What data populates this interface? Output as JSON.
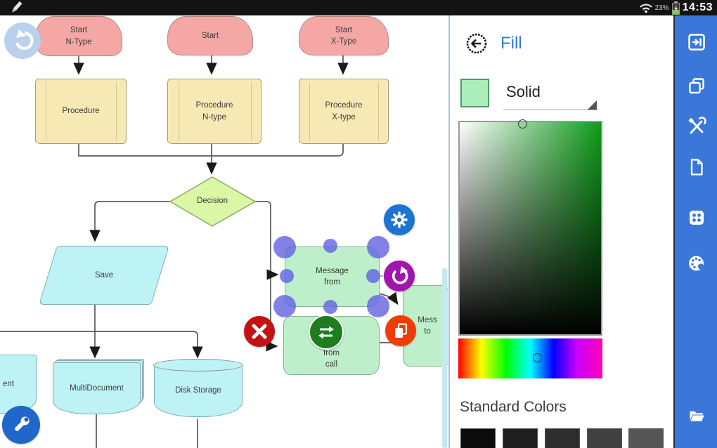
{
  "status_bar": {
    "battery": "23%",
    "time": "14:53"
  },
  "flowchart": {
    "shapes": {
      "start_n": {
        "label": "Start\nN-Type"
      },
      "start": {
        "label": "Start"
      },
      "start_x": {
        "label": "Start\nX-Type"
      },
      "procedure": {
        "label": "Procedure"
      },
      "procedure_n": {
        "label": "Procedure\nN-type"
      },
      "procedure_x": {
        "label": "Procedure\nX-type"
      },
      "decision": {
        "label": "Decision"
      },
      "save": {
        "label": "Save"
      },
      "message_from": {
        "label": "Message\nfrom"
      },
      "message_from_call": {
        "label": "from\ncall"
      },
      "message_to": {
        "label": "Mess\nto"
      },
      "document_partial": {
        "label": "ent"
      },
      "multidocument": {
        "label": "MultiDocument"
      },
      "disk_storage": {
        "label": "Disk Storage"
      }
    },
    "colors": {
      "start_fill": "#f4a7a5",
      "process_fill": "#f7e9b4",
      "decision_fill": "#d9f7a4",
      "data_fill": "#bdf3f5",
      "message_fill": "#bdf0ca",
      "handle": "rgba(98,98,226,0.8)",
      "connector": "#5a5a5a"
    }
  },
  "floating_buttons": {
    "undo_bg": "#bad1ee",
    "wrench_bg": "#2166c9",
    "gear_bg": "#1d73d1",
    "rotate_bg": "#a214ae",
    "delete_bg": "#c51111",
    "swap_bg": "#1d7d1f",
    "copy_bg": "#f13c07"
  },
  "panel": {
    "title": "Fill",
    "type_label": "Solid",
    "selected_color": "#a9eebb",
    "standard_title": "Standard Colors",
    "standard_colors": [
      "#0b0b0b",
      "#1f1f1f",
      "#2d2d2d",
      "#414141",
      "#555555"
    ],
    "accent": "#2e7cd6"
  },
  "toolbar": {
    "color": "#3a77d8",
    "icons": [
      "hide-panel",
      "duplicate",
      "tools",
      "document",
      "dice",
      "palette",
      "open-folder"
    ]
  }
}
